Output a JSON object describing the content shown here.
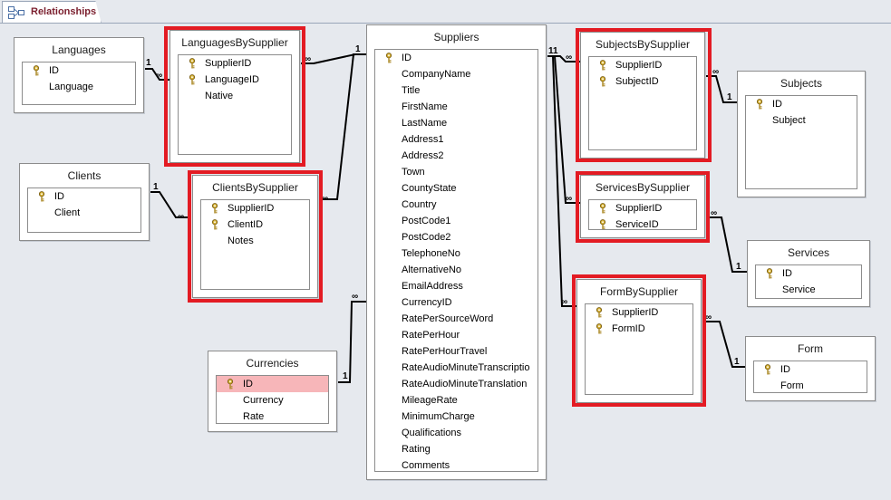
{
  "tab": {
    "label": "Relationships",
    "icon": "relationships-icon"
  },
  "colors": {
    "highlight": "#e31b23",
    "selected_field": "#f7b6b9",
    "tab_text": "#7b1f2e"
  },
  "tables": {
    "languages": {
      "title": "Languages",
      "fields": [
        "ID",
        "Language"
      ],
      "keys": [
        0
      ]
    },
    "languages_by_supplier": {
      "title": "LanguagesBySupplier",
      "fields": [
        "SupplierID",
        "LanguageID",
        "Native"
      ],
      "keys": [
        0,
        1
      ]
    },
    "clients": {
      "title": "Clients",
      "fields": [
        "ID",
        "Client"
      ],
      "keys": [
        0
      ]
    },
    "clients_by_supplier": {
      "title": "ClientsBySupplier",
      "fields": [
        "SupplierID",
        "ClientID",
        "Notes"
      ],
      "keys": [
        0,
        1
      ]
    },
    "currencies": {
      "title": "Currencies",
      "fields": [
        "ID",
        "Currency",
        "Rate"
      ],
      "keys": [
        0
      ],
      "selected": 0
    },
    "suppliers": {
      "title": "Suppliers",
      "fields": [
        "ID",
        "CompanyName",
        "Title",
        "FirstName",
        "LastName",
        "Address1",
        "Address2",
        "Town",
        "CountyState",
        "Country",
        "PostCode1",
        "PostCode2",
        "TelephoneNo",
        "AlternativeNo",
        "EmailAddress",
        "CurrencyID",
        "RatePerSourceWord",
        "RatePerHour",
        "RatePerHourTravel",
        "RateAudioMinuteTranscriptio",
        "RateAudioMinuteTranslation",
        "MileageRate",
        "MinimumCharge",
        "Qualifications",
        "Rating",
        "Comments"
      ],
      "keys": [
        0
      ]
    },
    "subjects_by_supplier": {
      "title": "SubjectsBySupplier",
      "fields": [
        "SupplierID",
        "SubjectID"
      ],
      "keys": [
        0,
        1
      ]
    },
    "subjects": {
      "title": "Subjects",
      "fields": [
        "ID",
        "Subject"
      ],
      "keys": [
        0
      ]
    },
    "services_by_supplier": {
      "title": "ServicesBySupplier",
      "fields": [
        "SupplierID",
        "ServiceID"
      ],
      "keys": [
        0,
        1
      ]
    },
    "services": {
      "title": "Services",
      "fields": [
        "ID",
        "Service"
      ],
      "keys": [
        0
      ]
    },
    "form_by_supplier": {
      "title": "FormBySupplier",
      "fields": [
        "SupplierID",
        "FormID"
      ],
      "keys": [
        0,
        1
      ]
    },
    "form": {
      "title": "Form",
      "fields": [
        "ID",
        "Form"
      ],
      "keys": [
        0
      ]
    }
  },
  "relationships": [
    {
      "from": "languages",
      "to": "languages_by_supplier",
      "from_label": "1",
      "to_label": "∞"
    },
    {
      "from": "suppliers",
      "to": "languages_by_supplier",
      "from_label": "1",
      "to_label": "∞"
    },
    {
      "from": "clients",
      "to": "clients_by_supplier",
      "from_label": "1",
      "to_label": "∞"
    },
    {
      "from": "suppliers",
      "to": "clients_by_supplier",
      "from_label": "",
      "to_label": "∞"
    },
    {
      "from": "currencies",
      "to": "suppliers",
      "from_label": "1",
      "to_label": "∞"
    },
    {
      "from": "suppliers",
      "to": "subjects_by_supplier",
      "from_label": "11",
      "to_label": "∞"
    },
    {
      "from": "subjects",
      "to": "subjects_by_supplier",
      "from_label": "1",
      "to_label": "∞"
    },
    {
      "from": "suppliers",
      "to": "services_by_supplier",
      "from_label": "",
      "to_label": "∞"
    },
    {
      "from": "services",
      "to": "services_by_supplier",
      "from_label": "1",
      "to_label": "∞"
    },
    {
      "from": "suppliers",
      "to": "form_by_supplier",
      "from_label": "",
      "to_label": "∞"
    },
    {
      "from": "form",
      "to": "form_by_supplier",
      "from_label": "1",
      "to_label": "∞"
    }
  ]
}
